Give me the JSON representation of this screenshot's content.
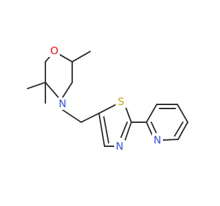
{
  "molecule": {
    "atoms": {
      "O": {
        "label": "O",
        "color": "#ff0d0d"
      },
      "N_morpholine": {
        "label": "N",
        "color": "#3050f8"
      },
      "S": {
        "label": "S",
        "color": "#c8a800"
      },
      "N_thiazole": {
        "label": "N",
        "color": "#3050f8"
      },
      "N_pyridine": {
        "label": "N",
        "color": "#3050f8"
      }
    },
    "bond_color": "#2b2b2b"
  }
}
